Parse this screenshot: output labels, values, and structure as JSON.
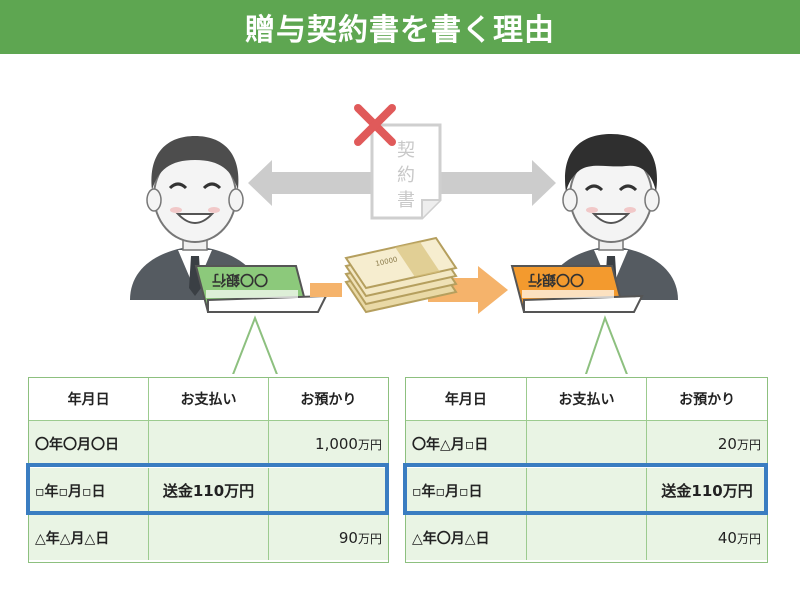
{
  "title": "贈与契約書を書く理由",
  "contract": {
    "chars": [
      "契",
      "約",
      "書"
    ],
    "status_icon": "cross-icon"
  },
  "passbook_left": {
    "label": "〇〇銀行",
    "color": "#8cc97b"
  },
  "passbook_right": {
    "label": "〇〇銀行",
    "color": "#f39a2e"
  },
  "money_bundle": {
    "icon": "cash-bundle-icon",
    "note_text": "10000"
  },
  "ledger_headers": [
    "年月日",
    "お支払い",
    "お預かり"
  ],
  "ledger_left": {
    "rows": [
      {
        "date": "〇年〇月〇日",
        "payment": "",
        "deposit": "1,000",
        "unit": "万円"
      },
      {
        "date": "▫年▫月▫日",
        "payment": "送金110万円",
        "deposit": "",
        "unit": ""
      },
      {
        "date": "△年△月△日",
        "payment": "",
        "deposit": "90",
        "unit": "万円"
      }
    ]
  },
  "ledger_right": {
    "rows": [
      {
        "date": "〇年△月▫日",
        "payment": "",
        "deposit": "20",
        "unit": "万円"
      },
      {
        "date": "▫年▫月▫日",
        "payment": "",
        "deposit": "送金110万円",
        "unit": ""
      },
      {
        "date": "△年〇月△日",
        "payment": "",
        "deposit": "40",
        "unit": "万円"
      }
    ]
  },
  "colors": {
    "header_green": "#5ea651",
    "highlight_blue": "#3a7dc1",
    "arrow_gray": "#cccccc",
    "arrow_orange": "#f5b36b"
  }
}
